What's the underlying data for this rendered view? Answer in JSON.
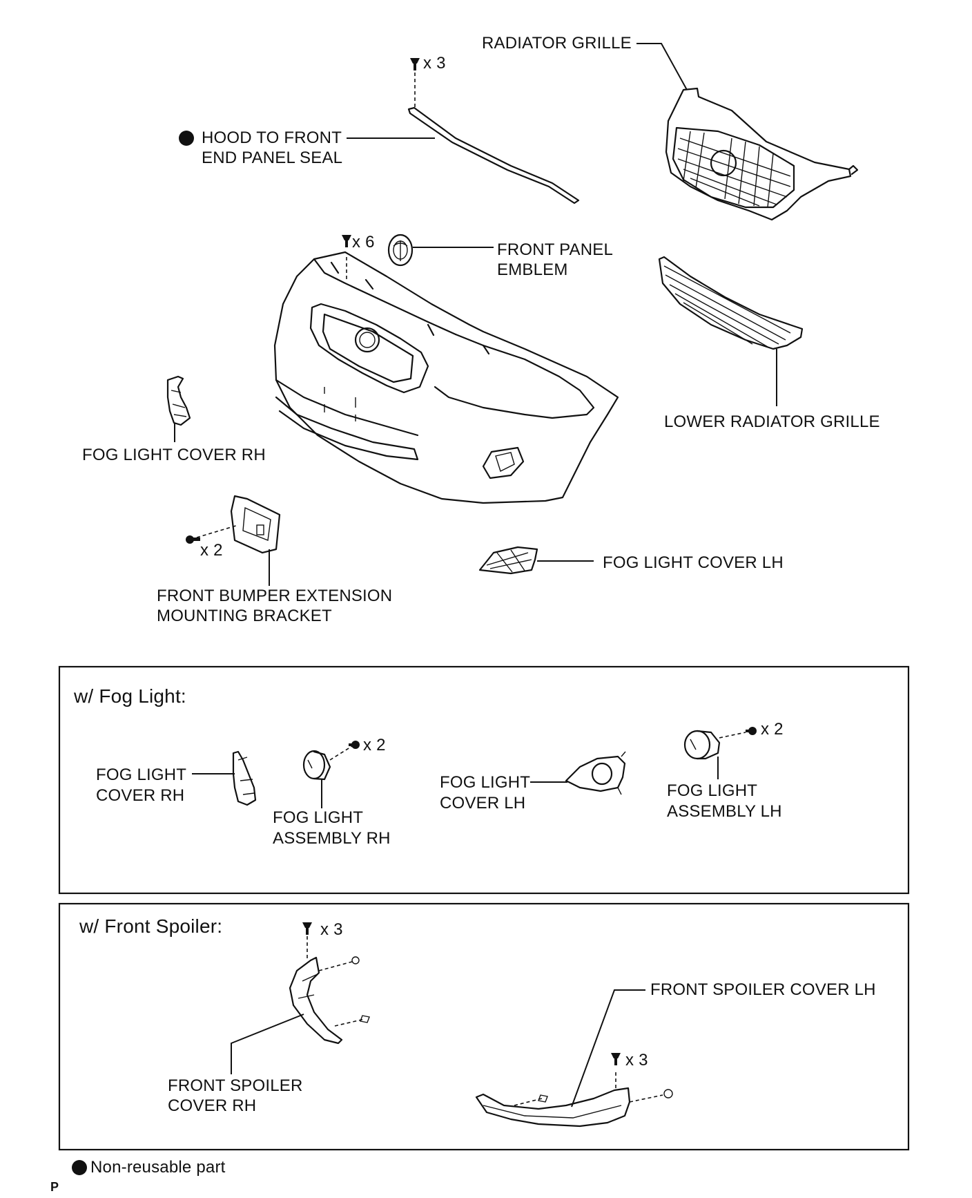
{
  "labels": {
    "radiator_grille": "RADIATOR GRILLE",
    "hood_seal_line1": "HOOD TO FRONT",
    "hood_seal_line2": "END PANEL SEAL",
    "front_panel_emblem_line1": "FRONT PANEL",
    "front_panel_emblem_line2": "EMBLEM",
    "lower_radiator_grille": "LOWER RADIATOR GRILLE",
    "fog_light_cover_rh": "FOG LIGHT COVER RH",
    "fog_light_cover_lh": "FOG LIGHT COVER LH",
    "bracket_line1": "FRONT BUMPER EXTENSION",
    "bracket_line2": "MOUNTING BRACKET"
  },
  "quantities": {
    "seal_clips": "x 3",
    "bumper_clips": "x 6",
    "bracket_screws": "x 2",
    "fog_rh_screws": "x 2",
    "fog_lh_screws": "x 2",
    "spoiler_rh_clips": "x 3",
    "spoiler_lh_clips": "x 3"
  },
  "fog_section": {
    "title": "w/ Fog Light:",
    "cover_rh_line1": "FOG LIGHT",
    "cover_rh_line2": "COVER RH",
    "assembly_rh_line1": "FOG LIGHT",
    "assembly_rh_line2": "ASSEMBLY RH",
    "cover_lh_line1": "FOG LIGHT",
    "cover_lh_line2": "COVER LH",
    "assembly_lh_line1": "FOG LIGHT",
    "assembly_lh_line2": "ASSEMBLY LH"
  },
  "spoiler_section": {
    "title": "w/ Front Spoiler:",
    "cover_rh_line1": "FRONT SPOILER",
    "cover_rh_line2": "COVER RH",
    "cover_lh": "FRONT SPOILER COVER LH"
  },
  "legend": {
    "non_reusable": "Non-reusable part"
  },
  "footer_code": "P"
}
